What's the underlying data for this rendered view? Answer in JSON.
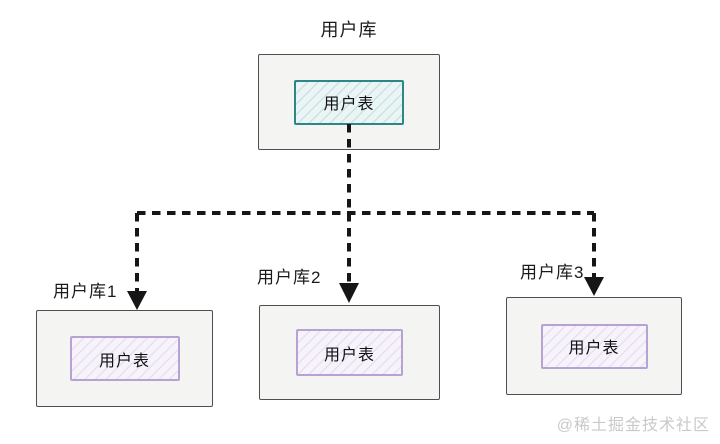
{
  "diagram": {
    "root": {
      "label": "用户库",
      "table": "用户表"
    },
    "shards": [
      {
        "label": "用户库1",
        "table": "用户表"
      },
      {
        "label": "用户库2",
        "table": "用户表"
      },
      {
        "label": "用户库3",
        "table": "用户表"
      }
    ],
    "watermark": "@稀土掘金技术社区",
    "colors": {
      "outer_box_border": "#4f4f4f",
      "outer_box_fill": "#f4f4f2",
      "root_table_border": "#2e8787",
      "root_table_fill": "#ebf5f5",
      "shard_table_border": "#b7a3d3",
      "shard_table_fill": "#f7f3fa",
      "connector": "#161616",
      "label_text": "#1b1b1b",
      "watermark_text": "#c9c9c9"
    }
  }
}
